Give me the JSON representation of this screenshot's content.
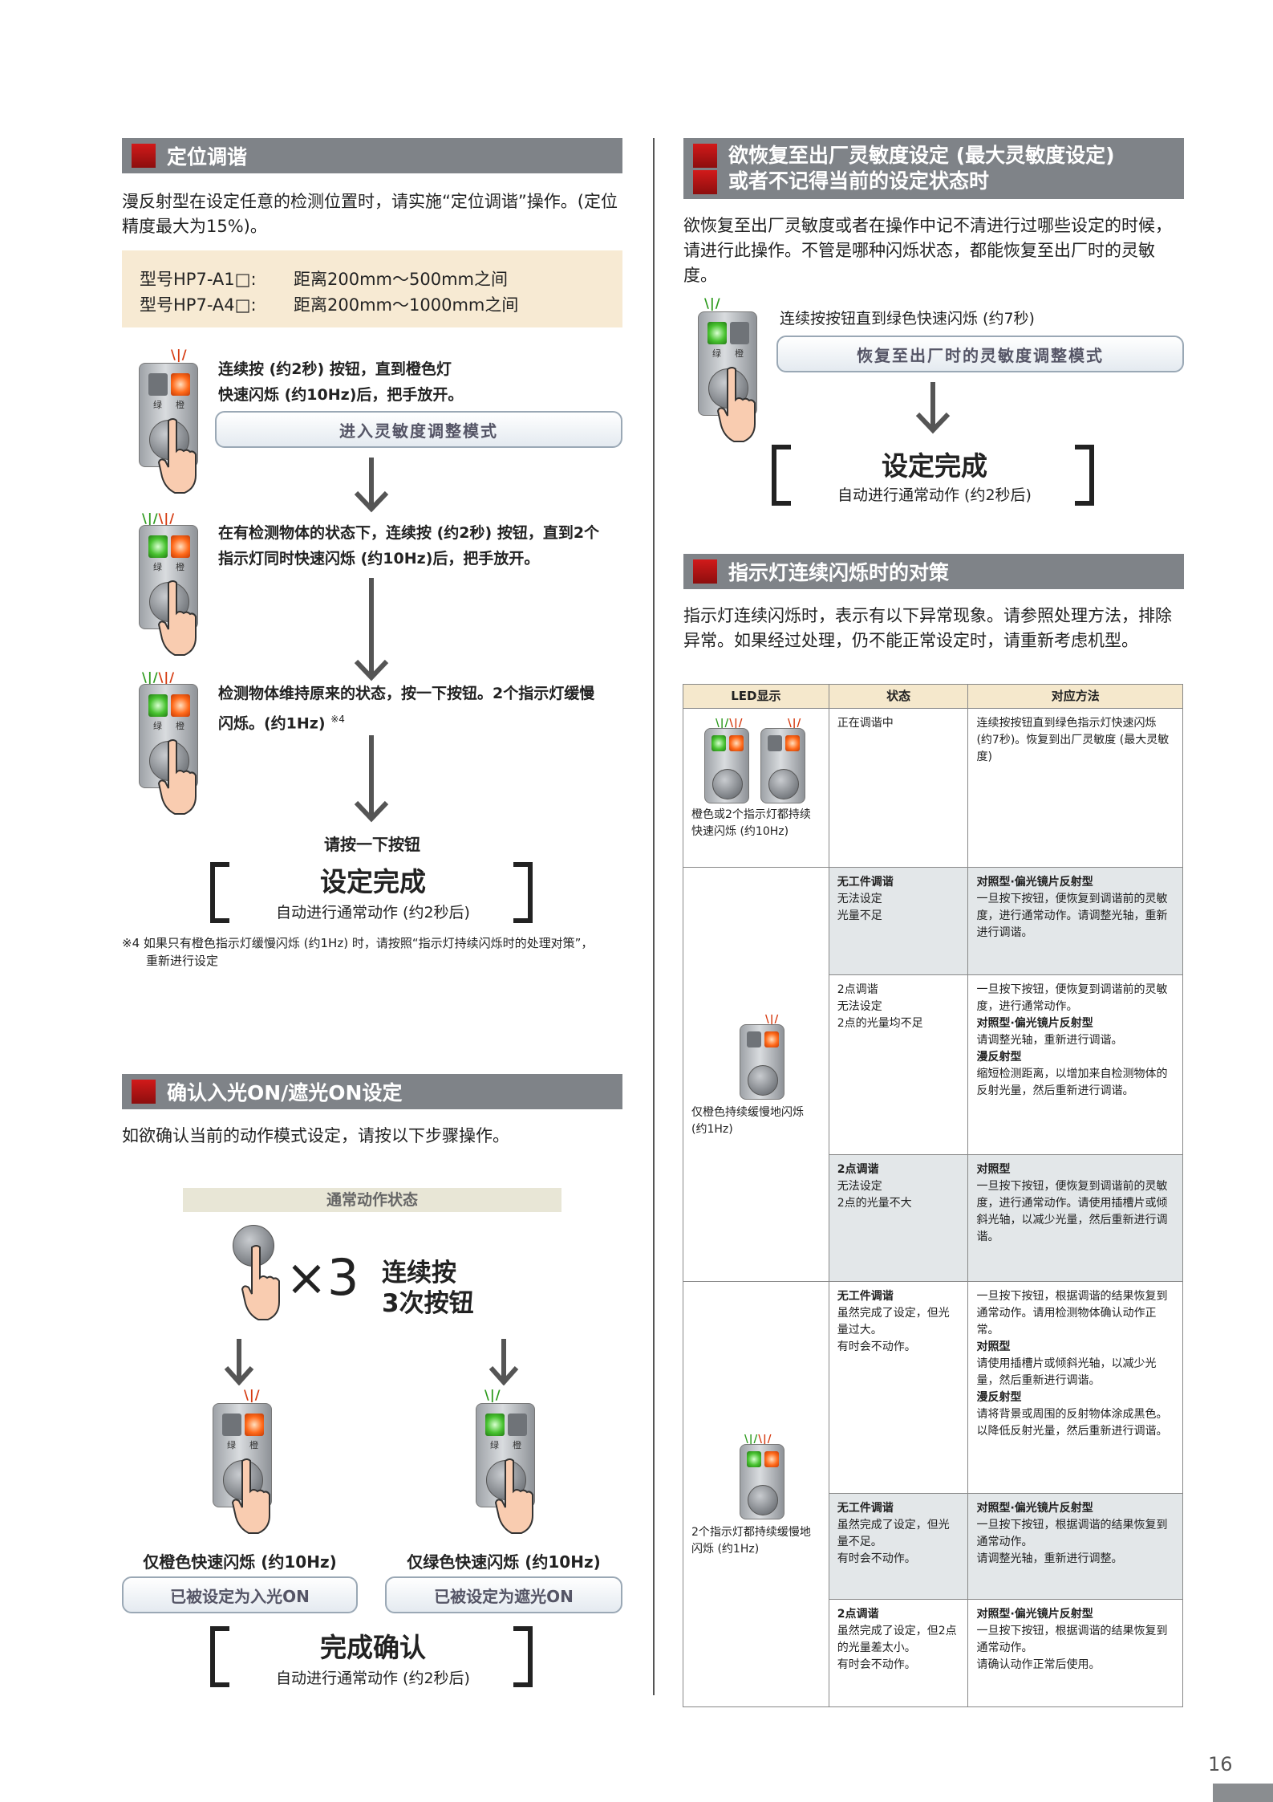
{
  "left": {
    "positioning": {
      "title": "定位调谐",
      "intro": "漫反射型在设定任意的检测位置时，请实施“定位调谐”操作。(定位精度最大为15%)。",
      "models": [
        {
          "model": "型号HP7-A1□:",
          "range": "距离200mm～500mm之间"
        },
        {
          "model": "型号HP7-A4□:",
          "range": "距离200mm～1000mm之间"
        }
      ],
      "step1_text_a": "连续按 (约2秒) 按钮，直到橙色灯",
      "step1_text_b": "快速闪烁 (约10Hz)后，把手放开。",
      "step1_mode": "进入灵敏度调整模式",
      "step2_text_a": "在有检测物体的状态下，连续按 (约2秒) 按钮，直到2个",
      "step2_text_b": "指示灯同时快速闪烁 (约10Hz)后，把手放开。",
      "step3_text_a": "检测物体维持原来的状态，按一下按钮。2个指示灯缓慢",
      "step3_text_b": "闪烁。(约1Hz)",
      "step3_note_mark": "※4",
      "press_once": "请按一下按钮",
      "done_title": "设定完成",
      "done_sub": "自动进行通常动作 (约2秒后)",
      "footnote_a": "※4 如果只有橙色指示灯缓慢闪烁 (约1Hz) 时，请按照“指示灯持续闪烁时的处理对策”，",
      "footnote_b": "重新进行设定"
    },
    "confirm": {
      "title": "确认入光ON/遮光ON设定",
      "intro": "如欲确认当前的动作模式设定，请按以下步骤操作。",
      "normal_state": "通常动作状态",
      "times": "×3",
      "press_a": "连续按",
      "press_b": "3次按钮",
      "orange_flash": "仅橙色快速闪烁 (约10Hz)",
      "green_flash": "仅绿色快速闪烁 (约10Hz)",
      "light_on": "已被设定为入光ON",
      "dark_on": "已被设定为遮光ON",
      "done_title": "完成确认",
      "done_sub": "自动进行通常动作 (约2秒后)"
    }
  },
  "right": {
    "restore": {
      "title_a": "欲恢复至出厂灵敏度设定 (最大灵敏度设定)",
      "title_b": "或者不记得当前的设定状态时",
      "intro": "欲恢复至出厂灵敏度或者在操作中记不清进行过哪些设定的时候，请进行此操作。不管是哪种闪烁状态，都能恢复至出厂时的灵敏度。",
      "step_text": "连续按按钮直到绿色快速闪烁 (约7秒)",
      "mode": "恢复至出厂时的灵敏度调整模式",
      "done_title": "设定完成",
      "done_sub": "自动进行通常动作 (约2秒后)"
    },
    "blink": {
      "title": "指示灯连续闪烁时的对策",
      "intro": "指示灯连续闪烁时，表示有以下异常现象。请参照处理方法，排除异常。如果经过处理，仍不能正常设定时，请重新考虑机型。",
      "headers": [
        "LED显示",
        "状态",
        "对应方法"
      ],
      "led_captions": [
        "橙色或2个指示灯都持续快速闪烁 (约10Hz)",
        "仅橙色持续缓慢地闪烁 (约1Hz)",
        "2个指示灯都持续缓慢地闪烁 (约1Hz)"
      ],
      "r1_state": "正在调谐中",
      "r1_method": "连续按按钮直到绿色指示灯快速闪烁 (约7秒)。恢复到出厂灵敏度 (最大灵敏度)",
      "r2_state_h": "无工件调谐",
      "r2_state": "无法设定\n光量不足",
      "r2_method_h": "对照型·偏光镜片反射型",
      "r2_method": "一旦按下按钮，便恢复到调谐前的灵敏度，进行通常动作。请调整光轴，重新进行调谐。",
      "r3_state": "2点调谐\n无法设定\n2点的光量均不足",
      "r3_method_a": "一旦按下按钮，便恢复到调谐前的灵敏度，进行通常动作。",
      "r3_method_h1": "对照型·偏光镜片反射型",
      "r3_method_b": "请调整光轴，重新进行调谐。",
      "r3_method_h2": "漫反射型",
      "r3_method_c": "缩短检测距离，以增加来自检测物体的反射光量，然后重新进行调谐。",
      "r4_state_h": "2点调谐",
      "r4_state": "无法设定\n2点的光量不大",
      "r4_method_h": "对照型",
      "r4_method": "一旦按下按钮，便恢复到调谐前的灵敏度，进行通常动作。请使用插槽片或倾斜光轴，以减少光量，然后重新进行调谐。",
      "r5_state_h": "无工件调谐",
      "r5_state": "虽然完成了设定，但光量过大。\n有时会不动作。",
      "r5_method_a": "一旦按下按钮，根据调谐的结果恢复到通常动作。请用检测物体确认动作正常。",
      "r5_method_h1": "对照型",
      "r5_method_b": "请使用插槽片或倾斜光轴，以减少光量，然后重新进行调谐。",
      "r5_method_h2": "漫反射型",
      "r5_method_c": "请将背景或周围的反射物体涂成黑色。以降低反射光量，然后重新进行调谐。",
      "r6_state_h": "无工件调谐",
      "r6_state": "虽然完成了设定，但光量不足。\n有时会不动作。",
      "r6_method_h": "对照型·偏光镜片反射型",
      "r6_method": "一旦按下按钮，根据调谐的结果恢复到通常动作。\n请调整光轴，重新进行调整。",
      "r7_state_h": "2点调谐",
      "r7_state": "虽然完成了设定，但2点的光量差太小。\n有时会不动作。",
      "r7_method_h": "对照型·偏光镜片反射型",
      "r7_method": "一旦按下按钮，根据调谐的结果恢复到通常动作。\n请确认动作正常后使用。"
    }
  },
  "device": {
    "green_label": "绿",
    "orange_label": "橙",
    "rays": "\\|/"
  },
  "page_number": "16",
  "colors": {
    "header_bar": "#7f8388",
    "accent_red": "#c0161a",
    "table_header": "#f5e8cc",
    "model_box": "#f7ead3"
  }
}
